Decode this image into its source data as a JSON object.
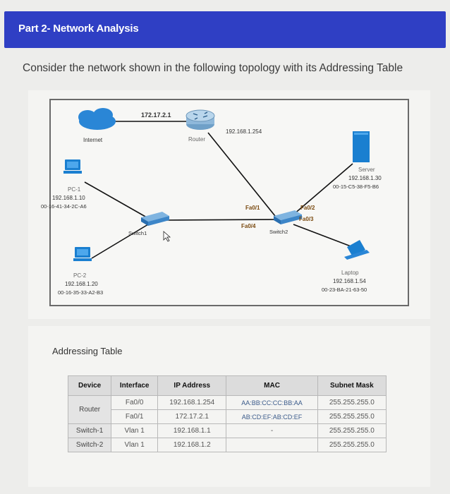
{
  "header": {
    "title": "Part 2- Network Analysis"
  },
  "intro": {
    "text": "Consider the network shown in the following topology with its Addressing Table"
  },
  "topology": {
    "internet_label": "Internet",
    "router": {
      "label": "Router",
      "ip_top": "172.17.2.1",
      "ip_right": "192.168.1.254"
    },
    "pc1": {
      "name": "PC-1",
      "ip": "192.168.1.10",
      "mac": "00-16-41-34-2C-A6"
    },
    "pc2": {
      "name": "PC-2",
      "ip": "192.168.1.20",
      "mac": "00-16-35-33-A2-B3"
    },
    "switch1": {
      "label": "Switch1"
    },
    "switch2": {
      "label": "Switch2",
      "fa01": "Fa0/1",
      "fa04": "Fa0/4",
      "fa02": "Fa0/2",
      "fa03": "Fa0/3"
    },
    "server": {
      "name": "Server",
      "ip": "192.168.1.30",
      "mac": "00-15-C5-38-F5-B6"
    },
    "laptop": {
      "name": "Laptop",
      "ip": "192.168.1.54",
      "mac": "00-23-BA-21-63-50"
    },
    "colors": {
      "device": "#1a7fd0",
      "cloud": "#2a86d6",
      "link": "#111111"
    }
  },
  "addressing": {
    "title": "Addressing Table",
    "headers": [
      "Device",
      "Interface",
      "IP Address",
      "MAC",
      "Subnet Mask"
    ],
    "router": {
      "device": "Router",
      "rows": [
        {
          "interface": "Fa0/0",
          "ip": "192.168.1.254",
          "mac": "AA:BB:CC:CC:BB:AA",
          "mask": "255.255.255.0"
        },
        {
          "interface": "Fa0/1",
          "ip": "172.17.2.1",
          "mac": "AB:CD:EF:AB:CD:EF",
          "mask": "255.255.255.0"
        }
      ]
    },
    "switch1": {
      "device": "Switch-1",
      "interface": "Vlan 1",
      "ip": "192.168.1.1",
      "mac": "-",
      "mask": "255.255.255.0"
    },
    "switch2": {
      "device": "Switch-2",
      "interface": "Vlan 1",
      "ip": "192.168.1.2",
      "mac": "",
      "mask": "255.255.255.0"
    }
  }
}
